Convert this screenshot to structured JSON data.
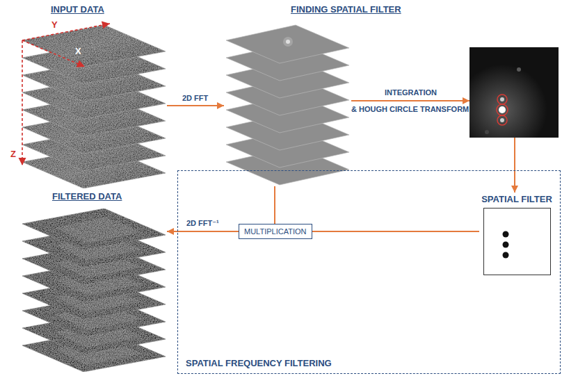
{
  "diagram": {
    "nodes": [
      {
        "text": [
          "INPUT DATA"
        ]
      },
      {
        "text": [
          "FINDING SPATIAL FILTER"
        ]
      },
      {
        "text": []
      },
      {
        "text": [
          "FILTERED DATA"
        ]
      },
      {
        "text": [
          "SPATIAL FREQUENCY FILTERING"
        ]
      },
      {
        "text": [
          "MULTIPLICATION"
        ],
        "in": 4
      },
      {
        "text": [
          "SPATIAL FILTER"
        ],
        "in": 4
      }
    ],
    "edges": [
      {
        "from": 0,
        "to": 1,
        "arrow": "to",
        "label": "2D FFT"
      },
      {
        "from": 1,
        "to": 2,
        "arrow": "to",
        "label": "INTEGRATION"
      },
      {
        "from": 2,
        "to": 6,
        "arrow": "to"
      },
      {
        "from": 1,
        "to": 5,
        "arrow": "none"
      },
      {
        "from": 6,
        "to": 5,
        "arrow": "none"
      },
      {
        "from": 5,
        "to": 3,
        "arrow": "to",
        "label": "2D FFT⁻¹"
      }
    ],
    "labels": [
      "Y",
      "X",
      "Z",
      "& HOUGH CIRCLE TRANSFORM"
    ]
  }
}
